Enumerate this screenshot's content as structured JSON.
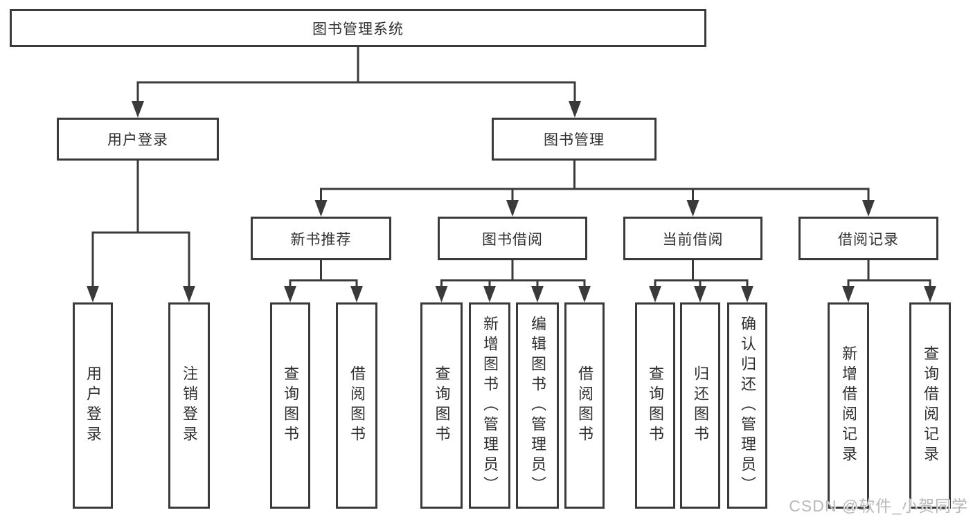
{
  "nodes": {
    "root": "图书管理系统",
    "level2": {
      "user_login": "用户登录",
      "book_management": "图书管理"
    },
    "level3": {
      "new_books": "新书推荐",
      "book_borrowing": "图书借阅",
      "current_borrowing": "当前借阅",
      "borrowing_records": "借阅记录"
    },
    "leaves": {
      "user_login": [
        "用户登录",
        "注销登录"
      ],
      "new_books": [
        "查询图书",
        "借阅图书"
      ],
      "book_borrowing": [
        "查询图书",
        "新增图书（管理员）",
        "编辑图书（管理员）",
        "借阅图书"
      ],
      "current_borrowing": [
        "查询图书",
        "归还图书",
        "确认归还（管理员）"
      ],
      "borrowing_records": [
        "新增借阅记录",
        "查询借阅记录"
      ]
    }
  },
  "watermark": "CSDN @软件_小贺同学",
  "colors": {
    "line": "#3a3a3a",
    "text": "#2f2f2f",
    "background": "#ffffff",
    "watermark": "#b9b9b9"
  }
}
